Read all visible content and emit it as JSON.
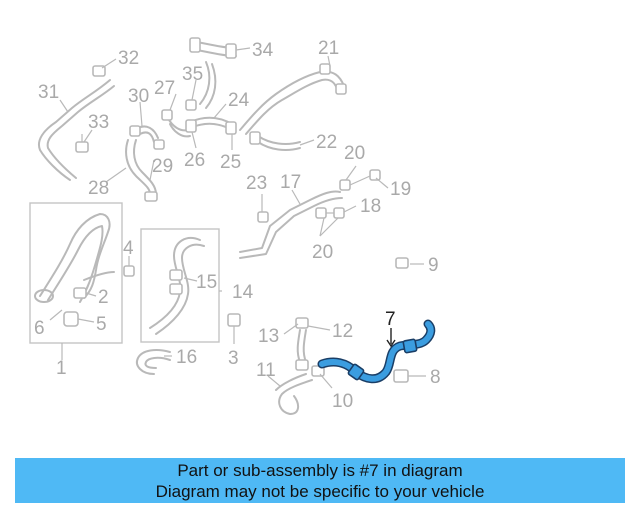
{
  "diagram": {
    "callouts": [
      "1",
      "2",
      "3",
      "4",
      "5",
      "6",
      "7",
      "8",
      "9",
      "10",
      "11",
      "12",
      "13",
      "14",
      "15",
      "16",
      "17",
      "18",
      "19",
      "20",
      "20",
      "21",
      "22",
      "23",
      "24",
      "25",
      "26",
      "27",
      "28",
      "29",
      "30",
      "31",
      "32",
      "33",
      "34",
      "35"
    ],
    "highlighted_part": "7"
  },
  "banner": {
    "line1": "Part or sub-assembly is #7 in diagram",
    "line2": "Diagram may not be specific to your vehicle",
    "color": "#4fb9f5"
  },
  "colors": {
    "highlight": "#3b9de0",
    "highlight_outline": "#1a3e66",
    "part_lines": "#b9b9b9"
  }
}
